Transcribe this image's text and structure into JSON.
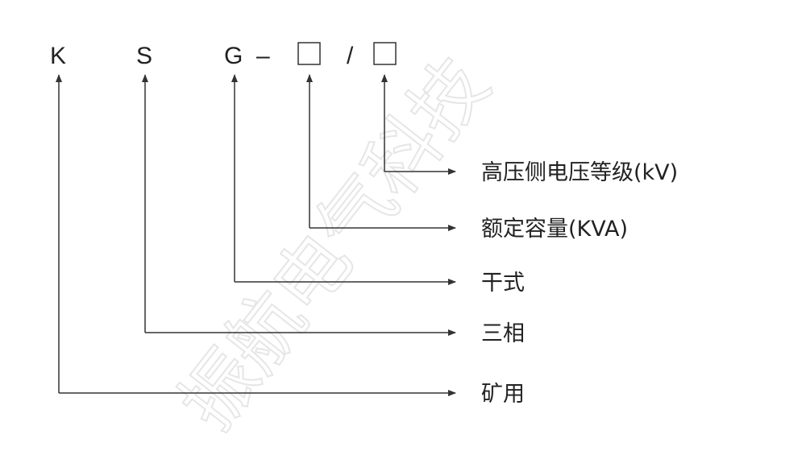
{
  "model_code": {
    "letters": [
      "K",
      "S",
      "G"
    ],
    "dash": "–",
    "slash": "/"
  },
  "labels": [
    "高压侧电压等级(kV)",
    "额定容量(KVA)",
    "干式",
    "三相",
    "矿用"
  ],
  "watermark": "振航电气科技",
  "colors": {
    "line": "#333333",
    "text": "#222222"
  }
}
